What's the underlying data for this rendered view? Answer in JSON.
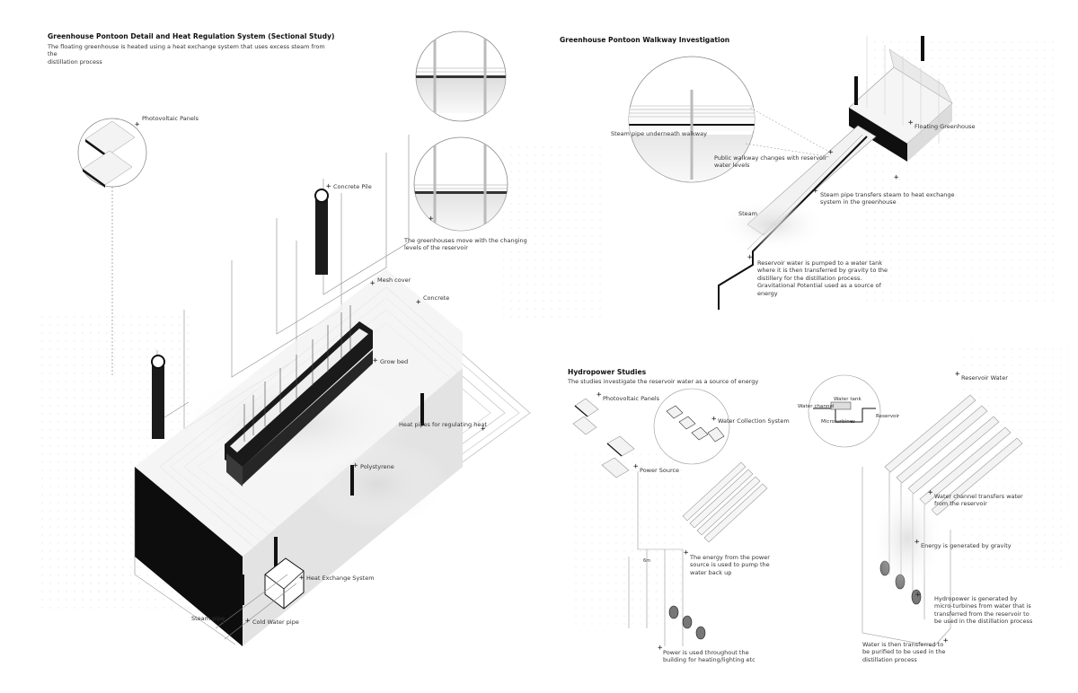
{
  "panels": {
    "sectional": {
      "title": "Greenhouse Pontoon Detail and Heat Regulation System (Sectional Study)",
      "subtitle": "The floating greenhouse is heated using a heat exchange system that uses excess steam from the\ndistillation process",
      "labels": {
        "photovoltaic": "Photovoltaic Panels",
        "concrete_pile": "Concrete Pile",
        "greenhouses_move": "The greenhouses move with the changing\nlevels of the reservoir",
        "mesh_cover": "Mesh cover",
        "concrete": "Concrete",
        "grow_bed": "Grow bed",
        "heat_pipes": "Heat pipes for regulating heat",
        "polystyrene": "Polystyrene",
        "heat_exchange": "Heat Exchange System",
        "steam_pipe": "Steam pipe",
        "cold_water_pipe": "Cold Water pipe"
      }
    },
    "walkway": {
      "title": "Greenhouse Pontoon Walkway Investigation",
      "labels": {
        "steam_under_walkway": "Steam pipe underneath walkway",
        "floating_greenhouse": "Floating Greenhouse",
        "public_walkway": "Public walkway changes with reservoir\nwater levels",
        "steam_transfer": "Steam pipe transfers steam to heat exchange\nsystem in the greenhouse",
        "steam": "Steam",
        "reservoir_pumped": "Reservoir water is pumped to a water tank\nwhere it is then transferred by gravity to the\ndistillery for the distillation process.\nGravitational Potential used as a source of\nenergy"
      }
    },
    "hydro": {
      "title": "Hydropower Studies",
      "subtitle": "The studies investigate the reservoir water as a source of energy",
      "labels": {
        "photovoltaic": "Photovoltaic Panels",
        "water_collection": "Water Collection System",
        "water_tank": "Water tank",
        "water_channel": "Water channel",
        "microturbines": "Microturbines",
        "reservoir": "Reservoir",
        "reservoir_water": "Reservoir Water",
        "power_source": "Power Source",
        "channel_transfers": "Water channel transfers water\nfrom the reservoir",
        "energy_gravity": "Energy is generated by gravity",
        "energy_pump": "The energy from the power\nsource is used to pump the\nwater back up",
        "hydropower_generated": "Hydropower is generated by\nmicro-turbines from water that is\ntransferred from the reservoir to\nbe used in the distillation process",
        "power_used": "Power is used throughout the\nbuilding for heating/lighting etc",
        "water_purified": "Water is then transferred to\nbe purified to be used in the\ndistillation process",
        "dim_label": "6m"
      }
    }
  },
  "colors": {
    "ink": "#111111",
    "line": "#555555",
    "light": "#bdbdbd",
    "fog": "#e9e9e9"
  }
}
